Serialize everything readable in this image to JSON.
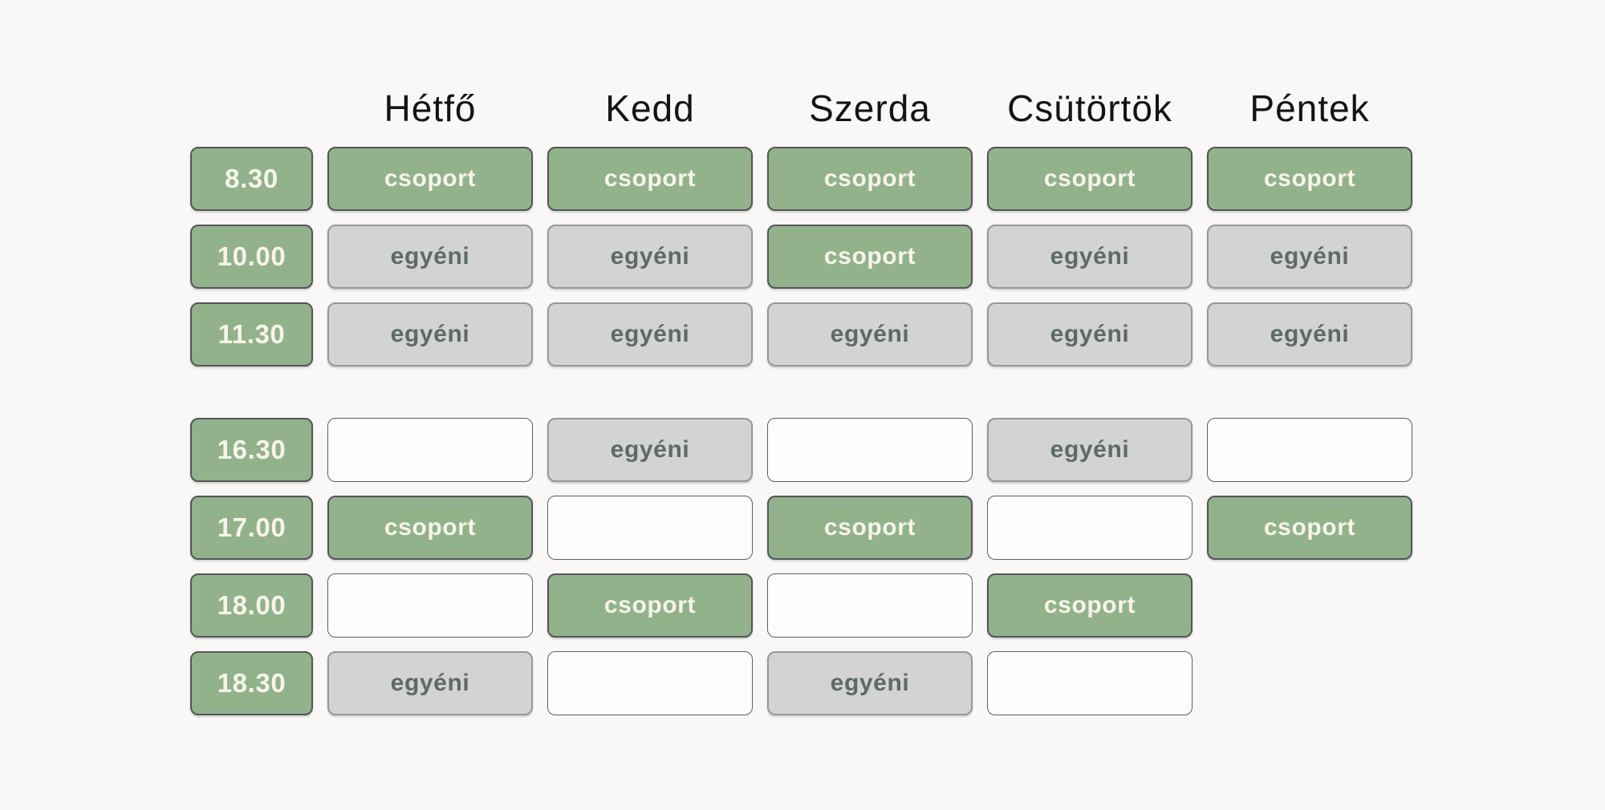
{
  "page": {
    "background_color": "#f9f8f6",
    "description_label": "weekly-schedule-table"
  },
  "colors": {
    "group_cell_fill": "#92b28b",
    "group_cell_text": "#f7f4e9",
    "individual_cell_fill": "#d3d3d2",
    "individual_cell_text": "#5e6a62",
    "empty_cell_fill": "#fdfdfd",
    "cell_border_dark": "#54555a",
    "header_text": "#141414"
  },
  "schedule": {
    "days": [
      "Hétfő",
      "Kedd",
      "Szerda",
      "Csütörtök",
      "Péntek"
    ],
    "legend": {
      "group_label": "csoport",
      "individual_label": "egyéni"
    },
    "rows": [
      {
        "time": "8.30",
        "cells": [
          "csoport",
          "csoport",
          "csoport",
          "csoport",
          "csoport"
        ]
      },
      {
        "time": "10.00",
        "cells": [
          "egyéni",
          "egyéni",
          "csoport",
          "egyéni",
          "egyéni"
        ]
      },
      {
        "time": "11.30",
        "cells": [
          "egyéni",
          "egyéni",
          "egyéni",
          "egyéni",
          "egyéni"
        ]
      },
      {
        "time": "16.30",
        "cells": [
          "",
          "egyéni",
          "",
          "egyéni",
          ""
        ]
      },
      {
        "time": "17.00",
        "cells": [
          "csoport",
          "",
          "csoport",
          "",
          "csoport"
        ]
      },
      {
        "time": "18.00",
        "cells": [
          "",
          "csoport",
          "",
          "csoport",
          null
        ]
      },
      {
        "time": "18.30",
        "cells": [
          "egyéni",
          "",
          "egyéni",
          "",
          null
        ]
      }
    ],
    "section_break_after_row_index": 2
  },
  "chart_data": {
    "type": "table",
    "title": "",
    "columns": [
      "",
      "Hétfő",
      "Kedd",
      "Szerda",
      "Csütörtök",
      "Péntek"
    ],
    "rows": [
      [
        "8.30",
        "csoport",
        "csoport",
        "csoport",
        "csoport",
        "csoport"
      ],
      [
        "10.00",
        "egyéni",
        "egyéni",
        "csoport",
        "egyéni",
        "egyéni"
      ],
      [
        "11.30",
        "egyéni",
        "egyéni",
        "egyéni",
        "egyéni",
        "egyéni"
      ],
      [
        "16.30",
        "",
        "egyéni",
        "",
        "egyéni",
        ""
      ],
      [
        "17.00",
        "csoport",
        "",
        "csoport",
        "",
        "csoport"
      ],
      [
        "18.00",
        "",
        "csoport",
        "",
        "csoport",
        null
      ],
      [
        "18.30",
        "egyéni",
        "",
        "egyéni",
        "",
        null
      ]
    ],
    "legend_note": "csoport = green filled cell, egyéni = gray filled cell, empty string = white outlined empty cell, null = no cell rendered",
    "layout_hints": {
      "time_column_first": true,
      "visual_gap_between_row_indices": [
        2,
        3
      ]
    }
  }
}
